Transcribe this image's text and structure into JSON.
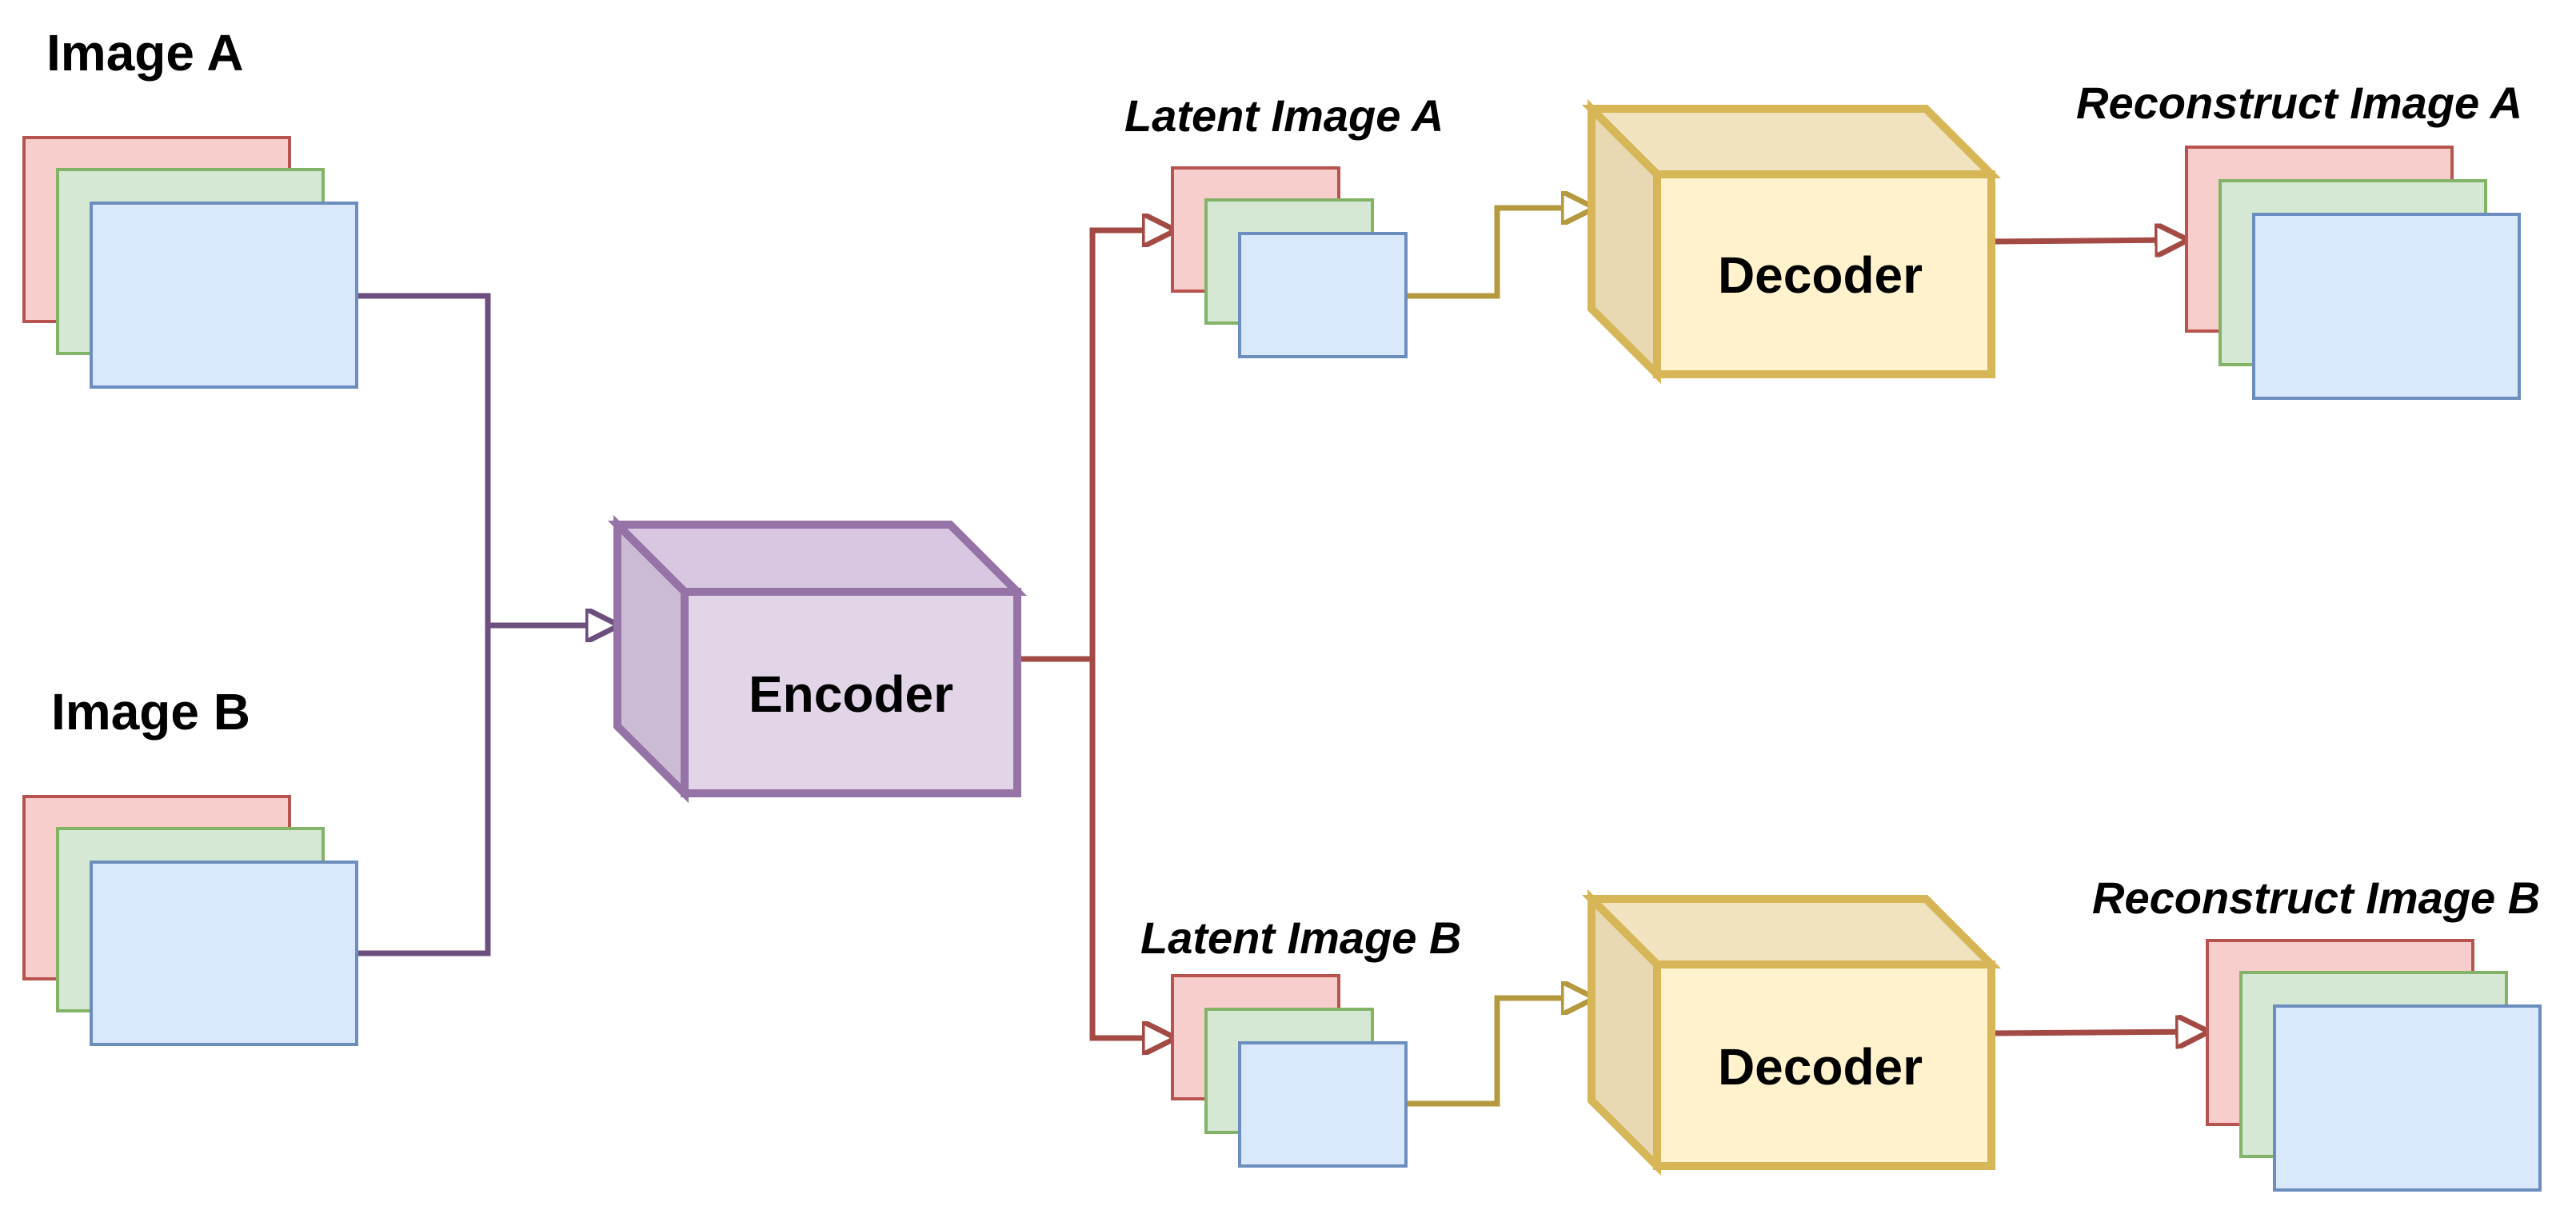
{
  "labels": {
    "image_a": "Image A",
    "image_b": "Image B",
    "encoder": "Encoder",
    "latent_a": "Latent Image A",
    "latent_b": "Latent Image B",
    "decoder_a": "Decoder",
    "decoder_b": "Decoder",
    "recon_a": "Reconstruct Image A",
    "recon_b": "Reconstruct Image B"
  },
  "colors": {
    "channel_red_fill": "#f8cecc",
    "channel_red_stroke": "#b85450",
    "channel_green_fill": "#d5e8d4",
    "channel_green_stroke": "#82b366",
    "channel_blue_fill": "#dae8fc",
    "channel_blue_stroke": "#6c8ebf",
    "encoder_fill": "#e1d5e7",
    "encoder_stroke": "#9673a6",
    "decoder_fill": "#fff2cc",
    "decoder_stroke": "#d6b656",
    "input_connector": "#6c4f7c",
    "encoder_output_connector": "#a34a45",
    "latent_to_decoder_connector": "#b5993f"
  }
}
